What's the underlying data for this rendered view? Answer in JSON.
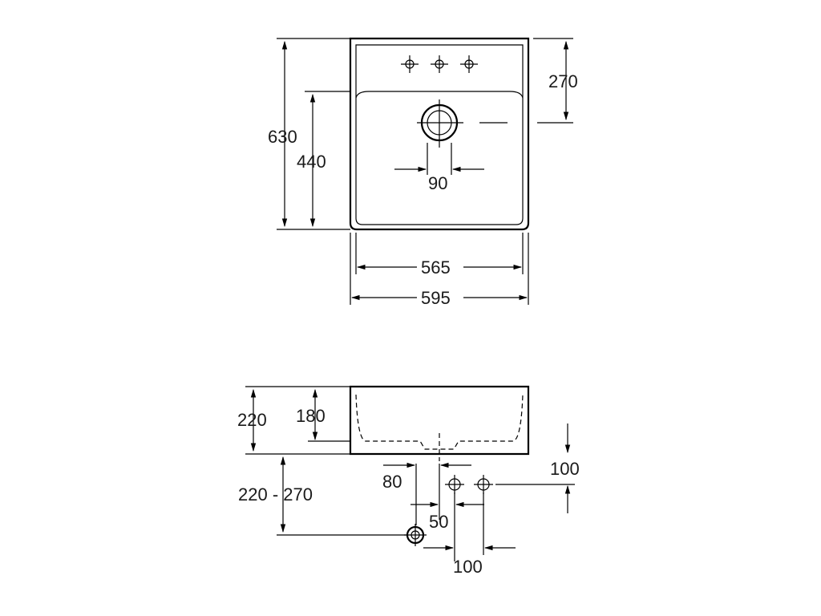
{
  "top_view": {
    "label_630": "630",
    "label_440": "440",
    "label_270": "270",
    "label_90": "90",
    "label_565": "565",
    "label_595": "595"
  },
  "side_view": {
    "label_220": "220",
    "label_180": "180",
    "label_220_270": "220 - 270",
    "label_80": "80",
    "label_100_right": "100",
    "label_50": "50",
    "label_100_bottom": "100"
  }
}
